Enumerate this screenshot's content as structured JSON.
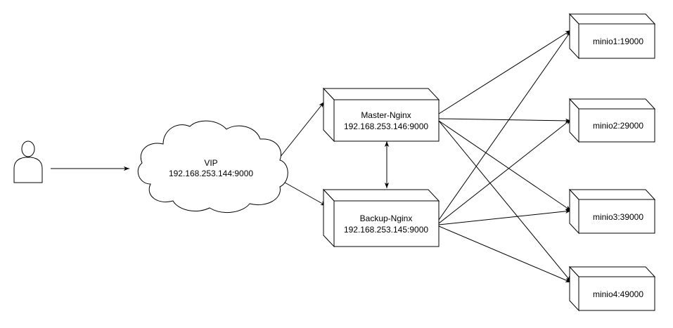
{
  "nodes": {
    "user": {
      "label": ""
    },
    "vip": {
      "line1": "VIP",
      "line2": "192.168.253.144:9000"
    },
    "master": {
      "line1": "Master-Nginx",
      "line2": "192.168.253.146:9000"
    },
    "backup": {
      "line1": "Backup-Nginx",
      "line2": "192.168.253.145:9000"
    },
    "minio1": {
      "label": "minio1:19000"
    },
    "minio2": {
      "label": "minio2:29000"
    },
    "minio3": {
      "label": "minio3:39000"
    },
    "minio4": {
      "label": "minio4:49000"
    }
  },
  "edges": [
    {
      "from": "user",
      "to": "vip"
    },
    {
      "from": "vip",
      "to": "master"
    },
    {
      "from": "vip",
      "to": "backup"
    },
    {
      "from": "master",
      "to": "backup",
      "bidirectional": true
    },
    {
      "from": "master",
      "to": "minio1"
    },
    {
      "from": "master",
      "to": "minio2"
    },
    {
      "from": "master",
      "to": "minio3"
    },
    {
      "from": "master",
      "to": "minio4"
    },
    {
      "from": "backup",
      "to": "minio1"
    },
    {
      "from": "backup",
      "to": "minio2"
    },
    {
      "from": "backup",
      "to": "minio3"
    },
    {
      "from": "backup",
      "to": "minio4"
    }
  ],
  "colors": {
    "stroke": "#000000",
    "fill": "#ffffff"
  }
}
